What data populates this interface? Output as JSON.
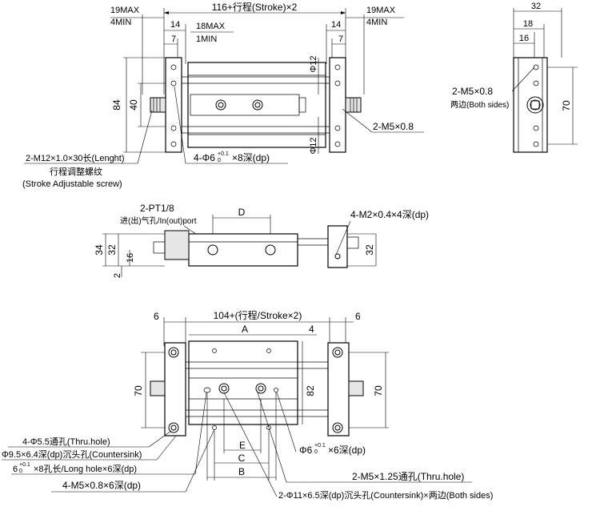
{
  "top_view": {
    "dim_stroke_total": "116+行程(Stroke)×2",
    "dim_left_max": "19MAX",
    "dim_left_min": "4MIN",
    "dim_right_max": "19MAX",
    "dim_right_min": "4MIN",
    "dim_14_left": "14",
    "dim_7_left": "7",
    "dim_14_right": "14",
    "dim_7_right": "7",
    "dim_18max": "18MAX",
    "dim_1min": "1MIN",
    "dim_84": "84",
    "dim_40": "40",
    "dim_phi12_top": "Φ12",
    "dim_phi12_bottom": "Φ12",
    "label_m5_port": "2-M5×0.8",
    "label_screw_line1": "2-M12×1.0×30长(Lenght)",
    "label_screw_line2": "行程调整螺纹",
    "label_screw_line3": "(Stroke Adjustable screw)",
    "label_pin_hole": "4-Φ6",
    "label_pin_hole_tol": "+0.1",
    "label_pin_hole_tol0": "0",
    "label_pin_hole_depth": "×8深(dp)"
  },
  "side_view": {
    "dim_32": "32",
    "dim_18": "18",
    "dim_16": "16",
    "dim_70": "70",
    "label_m5_line1": "2-M5×0.8",
    "label_m5_line2": "两边(Both sides)"
  },
  "front_view": {
    "label_port_line1": "2-PT1/8",
    "label_port_line2": "进(出)气孔/In(out)port",
    "dim_D": "D",
    "label_m2": "4-M2×0.4×4深(dp)",
    "dim_34": "34",
    "dim_32_left": "32",
    "dim_16": "16",
    "dim_2": "2",
    "dim_32_right": "32"
  },
  "bottom_view": {
    "dim_6_left": "6",
    "dim_6_right": "6",
    "dim_total": "104+(行程/Stroke×2)",
    "dim_A": "A",
    "dim_4": "4",
    "dim_70_left": "70",
    "dim_82": "82",
    "dim_70_right": "70",
    "dim_E": "E",
    "dim_C": "C",
    "dim_B": "B",
    "label_thru_hole": "4-Φ5.5通孔(Thru.hole)",
    "label_countersink": "Φ9.5×6.4深(dp)沉头孔(Countersink)",
    "label_long_hole_a": "6",
    "label_long_hole_tol": "+0.1",
    "label_long_hole_tol0": "0",
    "label_long_hole_b": "×8孔长/Long hole×6深(dp)",
    "label_m5_dp": "4-M5×0.8×6深(dp)",
    "label_phi6": "Φ6",
    "label_phi6_tol": "+0.1",
    "label_phi6_tol0": "0",
    "label_phi6_depth": "×6深(dp)",
    "label_m5_thru": "2-M5×1.25通孔(Thru.hole)",
    "label_phi11": "2-Φ11×6.5深(dp)沉头孔(Countersink)×两边(Both sides)"
  }
}
